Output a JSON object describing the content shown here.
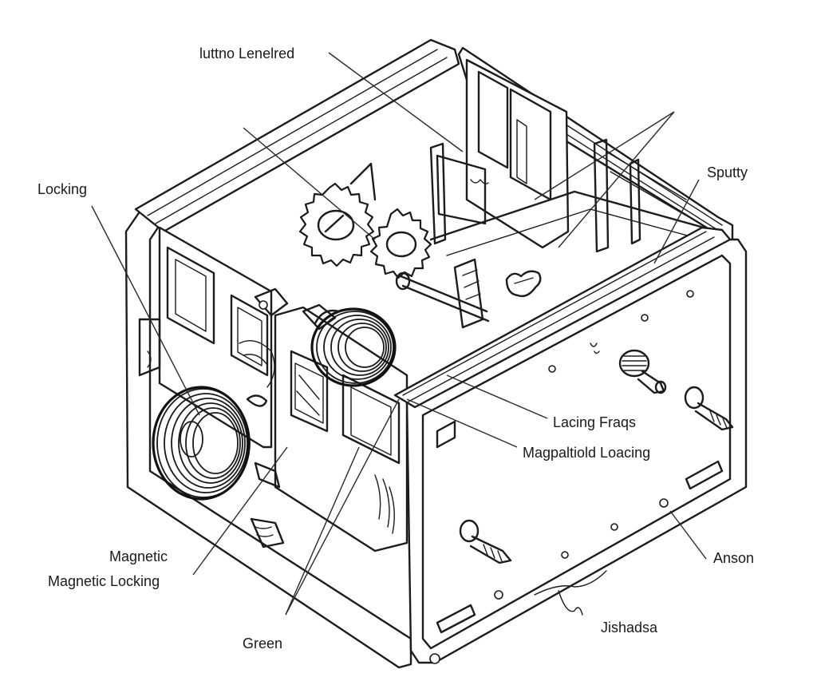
{
  "labels": {
    "top": "luttno Lenelred",
    "locking": "Locking",
    "sputty": "Sputty",
    "lacing_frame": "Lacing Fraqs",
    "magnetoid_loading": "Magpaltiold Loacing",
    "magnetic": "Magnetic",
    "magnetic_locking": "Magnetic Locking",
    "green": "Green",
    "anson": "Anson",
    "jishadsa": "Jishadsa"
  },
  "colors": {
    "ink": "#1c1c1c",
    "background": "#ffffff"
  }
}
